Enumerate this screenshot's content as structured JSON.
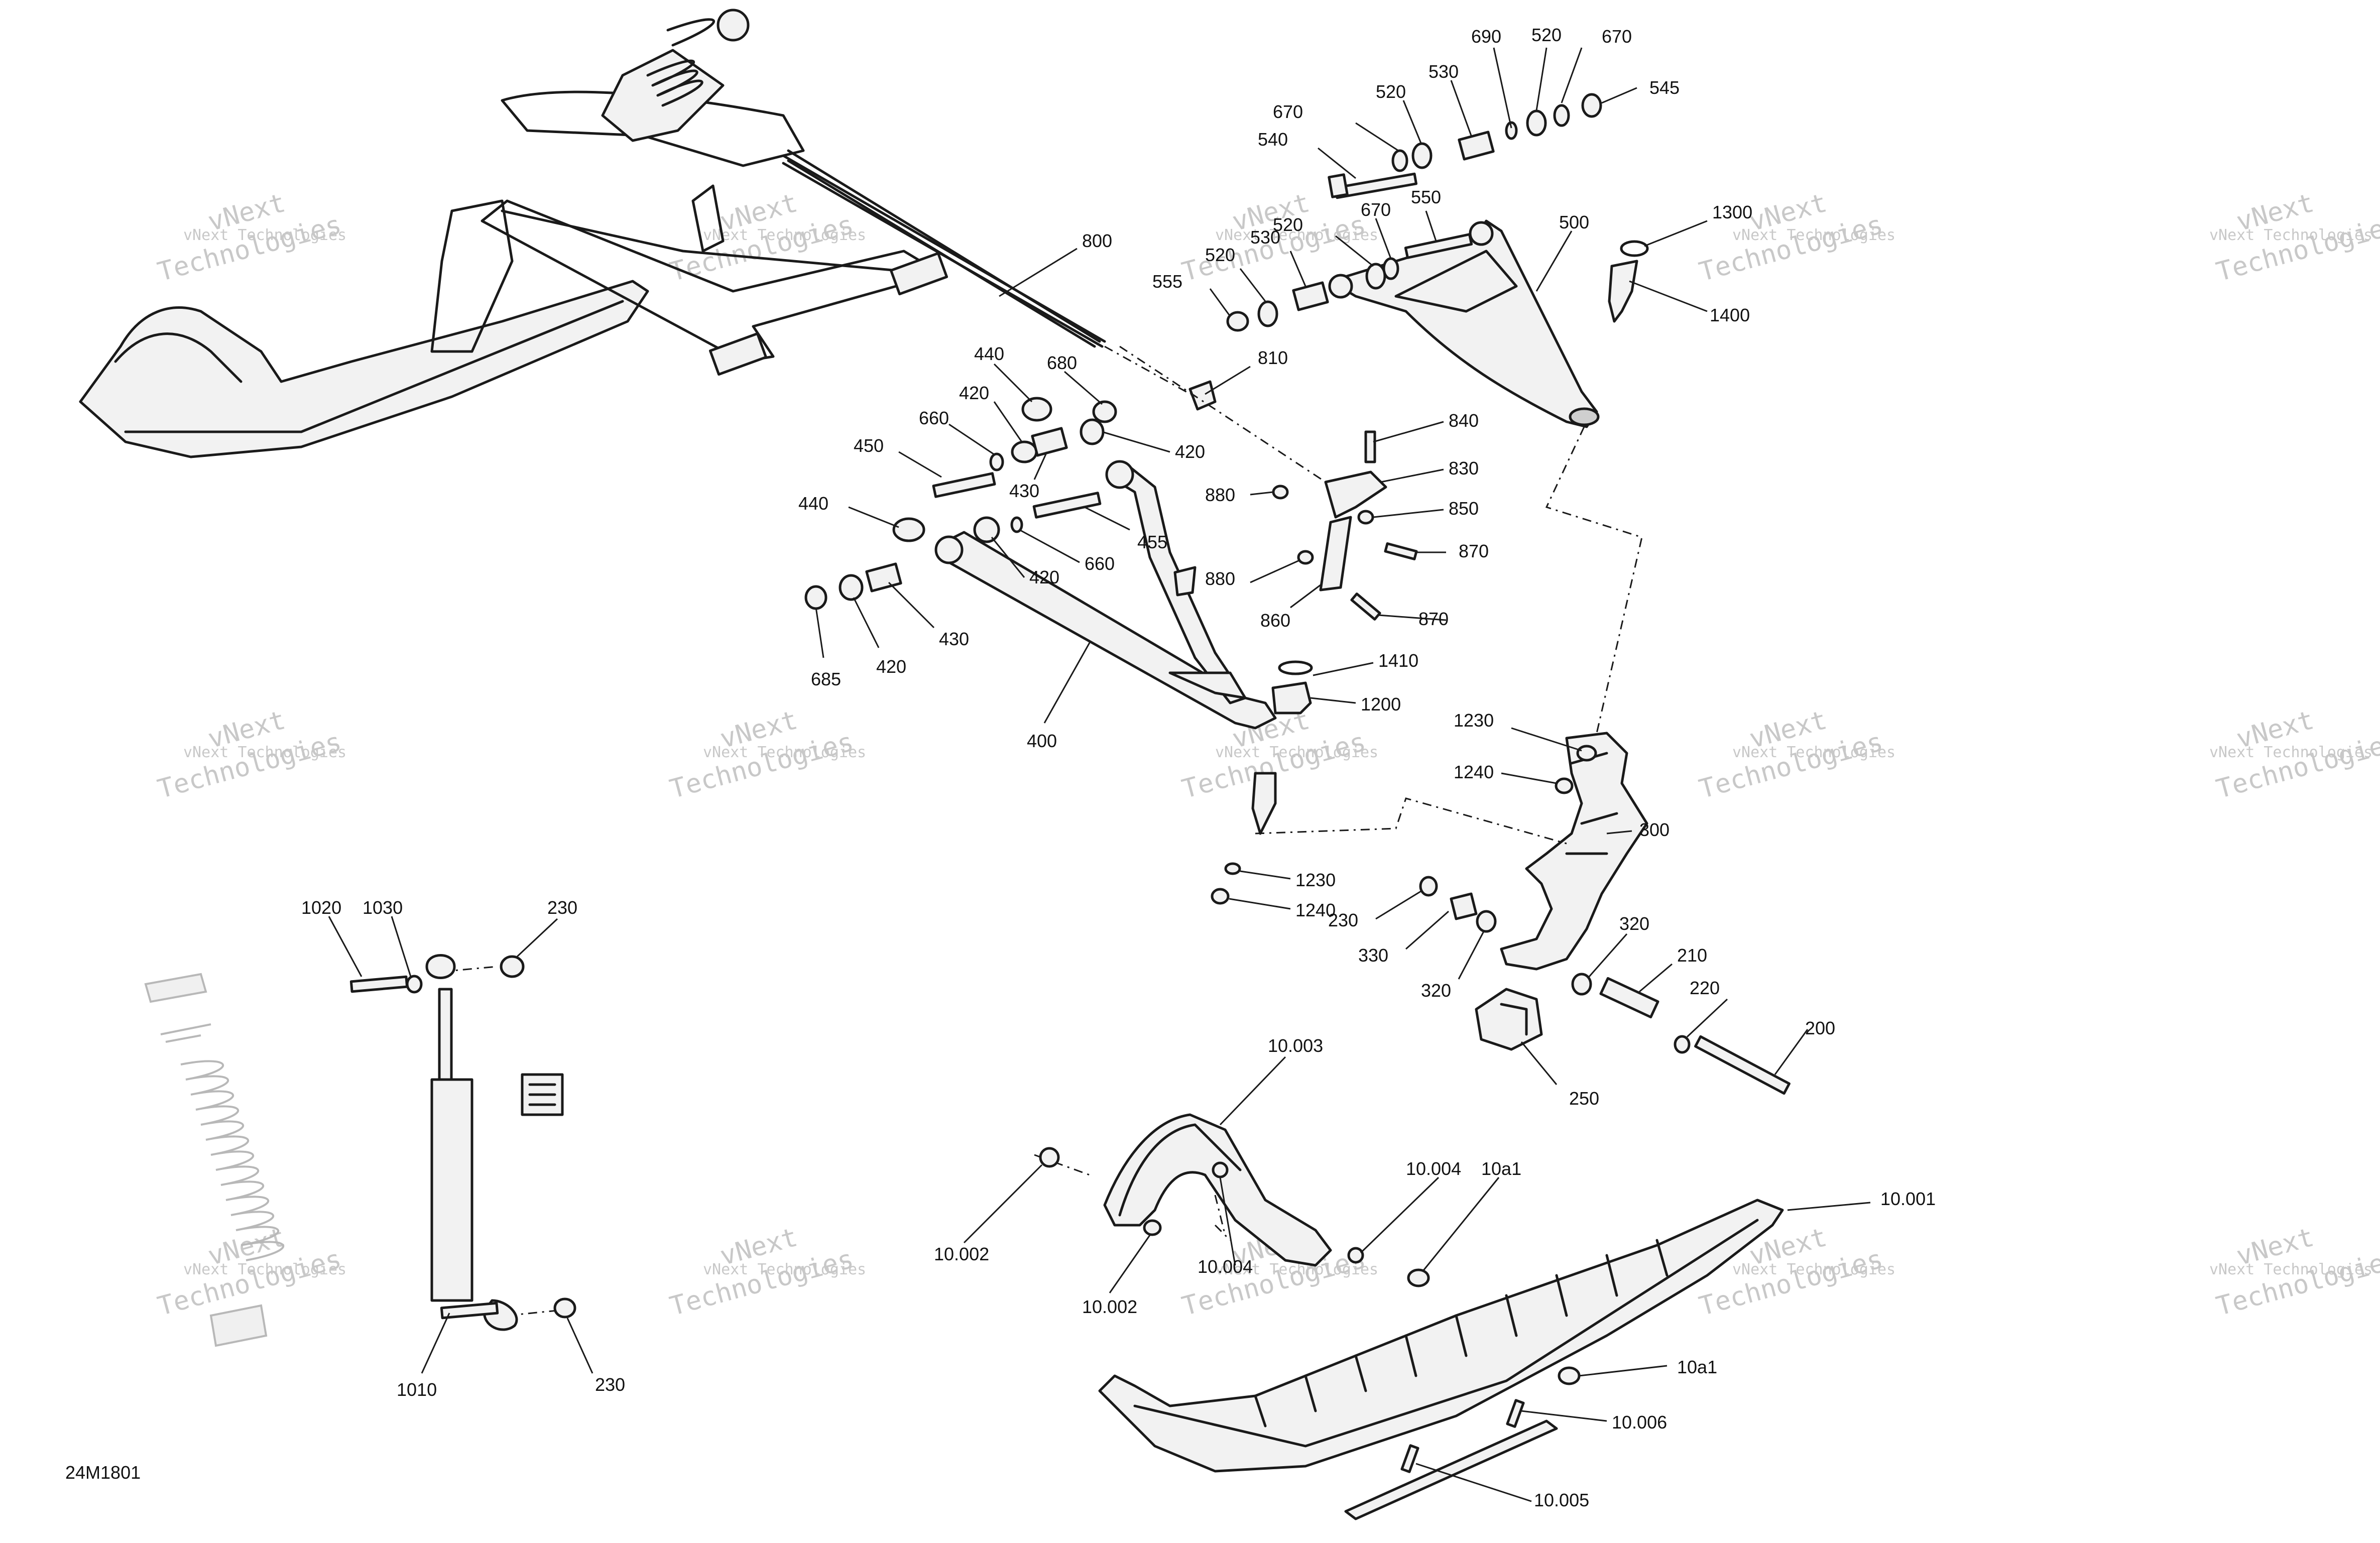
{
  "figure_code": "24M1801",
  "watermark": {
    "line1": "vNext Technologies",
    "line2": "vNext",
    "line3": "Technologies"
  },
  "callouts": [
    {
      "id": "c690",
      "label": "690"
    },
    {
      "id": "c520a",
      "label": "520"
    },
    {
      "id": "c670a",
      "label": "670"
    },
    {
      "id": "c530a",
      "label": "530"
    },
    {
      "id": "c520b",
      "label": "520"
    },
    {
      "id": "c545",
      "label": "545"
    },
    {
      "id": "c670b",
      "label": "670"
    },
    {
      "id": "c540",
      "label": "540"
    },
    {
      "id": "c550",
      "label": "550"
    },
    {
      "id": "c670c",
      "label": "670"
    },
    {
      "id": "c520c",
      "label": "520"
    },
    {
      "id": "c530b",
      "label": "530"
    },
    {
      "id": "c520d",
      "label": "520"
    },
    {
      "id": "c555",
      "label": "555"
    },
    {
      "id": "c500",
      "label": "500"
    },
    {
      "id": "c1300",
      "label": "1300"
    },
    {
      "id": "c1400",
      "label": "1400"
    },
    {
      "id": "c800",
      "label": "800"
    },
    {
      "id": "c810",
      "label": "810"
    },
    {
      "id": "c440a",
      "label": "440"
    },
    {
      "id": "c680",
      "label": "680"
    },
    {
      "id": "c420a",
      "label": "420"
    },
    {
      "id": "c660a",
      "label": "660"
    },
    {
      "id": "c420b",
      "label": "420"
    },
    {
      "id": "c450",
      "label": "450"
    },
    {
      "id": "c430a",
      "label": "430"
    },
    {
      "id": "c840",
      "label": "840"
    },
    {
      "id": "c830",
      "label": "830"
    },
    {
      "id": "c880a",
      "label": "880"
    },
    {
      "id": "c850",
      "label": "850"
    },
    {
      "id": "c440b",
      "label": "440"
    },
    {
      "id": "c455",
      "label": "455"
    },
    {
      "id": "c660b",
      "label": "660"
    },
    {
      "id": "c420c",
      "label": "420"
    },
    {
      "id": "c870a",
      "label": "870"
    },
    {
      "id": "c880b",
      "label": "880"
    },
    {
      "id": "c860",
      "label": "860"
    },
    {
      "id": "c870b",
      "label": "870"
    },
    {
      "id": "c430b",
      "label": "430"
    },
    {
      "id": "c420d",
      "label": "420"
    },
    {
      "id": "c685",
      "label": "685"
    },
    {
      "id": "c1410",
      "label": "1410"
    },
    {
      "id": "c1200",
      "label": "1200"
    },
    {
      "id": "c400",
      "label": "400"
    },
    {
      "id": "c1230a",
      "label": "1230"
    },
    {
      "id": "c1240a",
      "label": "1240"
    },
    {
      "id": "c300",
      "label": "300"
    },
    {
      "id": "c1230b",
      "label": "1230"
    },
    {
      "id": "c1240b",
      "label": "1240"
    },
    {
      "id": "c230a",
      "label": "230"
    },
    {
      "id": "c330",
      "label": "330"
    },
    {
      "id": "c320a",
      "label": "320"
    },
    {
      "id": "c320b",
      "label": "320"
    },
    {
      "id": "c210",
      "label": "210"
    },
    {
      "id": "c220",
      "label": "220"
    },
    {
      "id": "c200",
      "label": "200"
    },
    {
      "id": "c250",
      "label": "250"
    },
    {
      "id": "c1020",
      "label": "1020"
    },
    {
      "id": "c1030",
      "label": "1030"
    },
    {
      "id": "c230b",
      "label": "230"
    },
    {
      "id": "c1010",
      "label": "1010"
    },
    {
      "id": "c230c",
      "label": "230"
    },
    {
      "id": "c10003",
      "label": "10.003"
    },
    {
      "id": "c10004",
      "label": "10.004"
    },
    {
      "id": "c10a1a",
      "label": "10a1"
    },
    {
      "id": "c10001",
      "label": "10.001"
    },
    {
      "id": "c10002a",
      "label": "10.002"
    },
    {
      "id": "c10002b",
      "label": "10.002"
    },
    {
      "id": "c10004b",
      "label": "10.004"
    },
    {
      "id": "c10a1b",
      "label": "10a1"
    },
    {
      "id": "c10006",
      "label": "10.006"
    },
    {
      "id": "c10005",
      "label": "10.005"
    }
  ]
}
